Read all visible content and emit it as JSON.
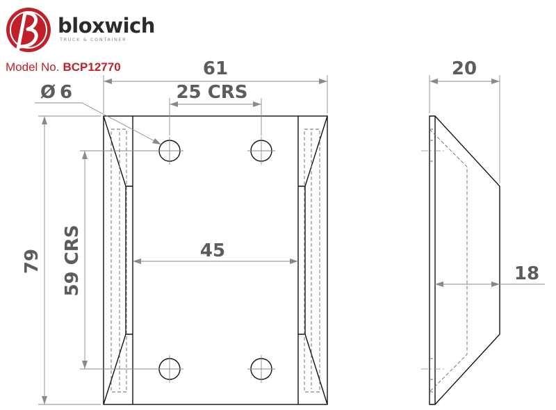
{
  "brand": {
    "name": "bloxwich",
    "tagline": "TRUCK & CONTAINER",
    "logo_icon": "bloxwich-b-logo",
    "colors": {
      "accent": "#c0202a",
      "dark": "#2b2b2b"
    }
  },
  "model": {
    "label": "Model No.",
    "number": "BCP12770"
  },
  "dimensions": {
    "overall_width": "61",
    "hole_spacing_horizontal": "25 CRS",
    "hole_diameter_symbol": "Ø",
    "hole_diameter": "6",
    "overall_height": "79",
    "hole_spacing_vertical": "59 CRS",
    "inner_width": "45",
    "side_depth": "20",
    "side_inner_depth": "18"
  }
}
